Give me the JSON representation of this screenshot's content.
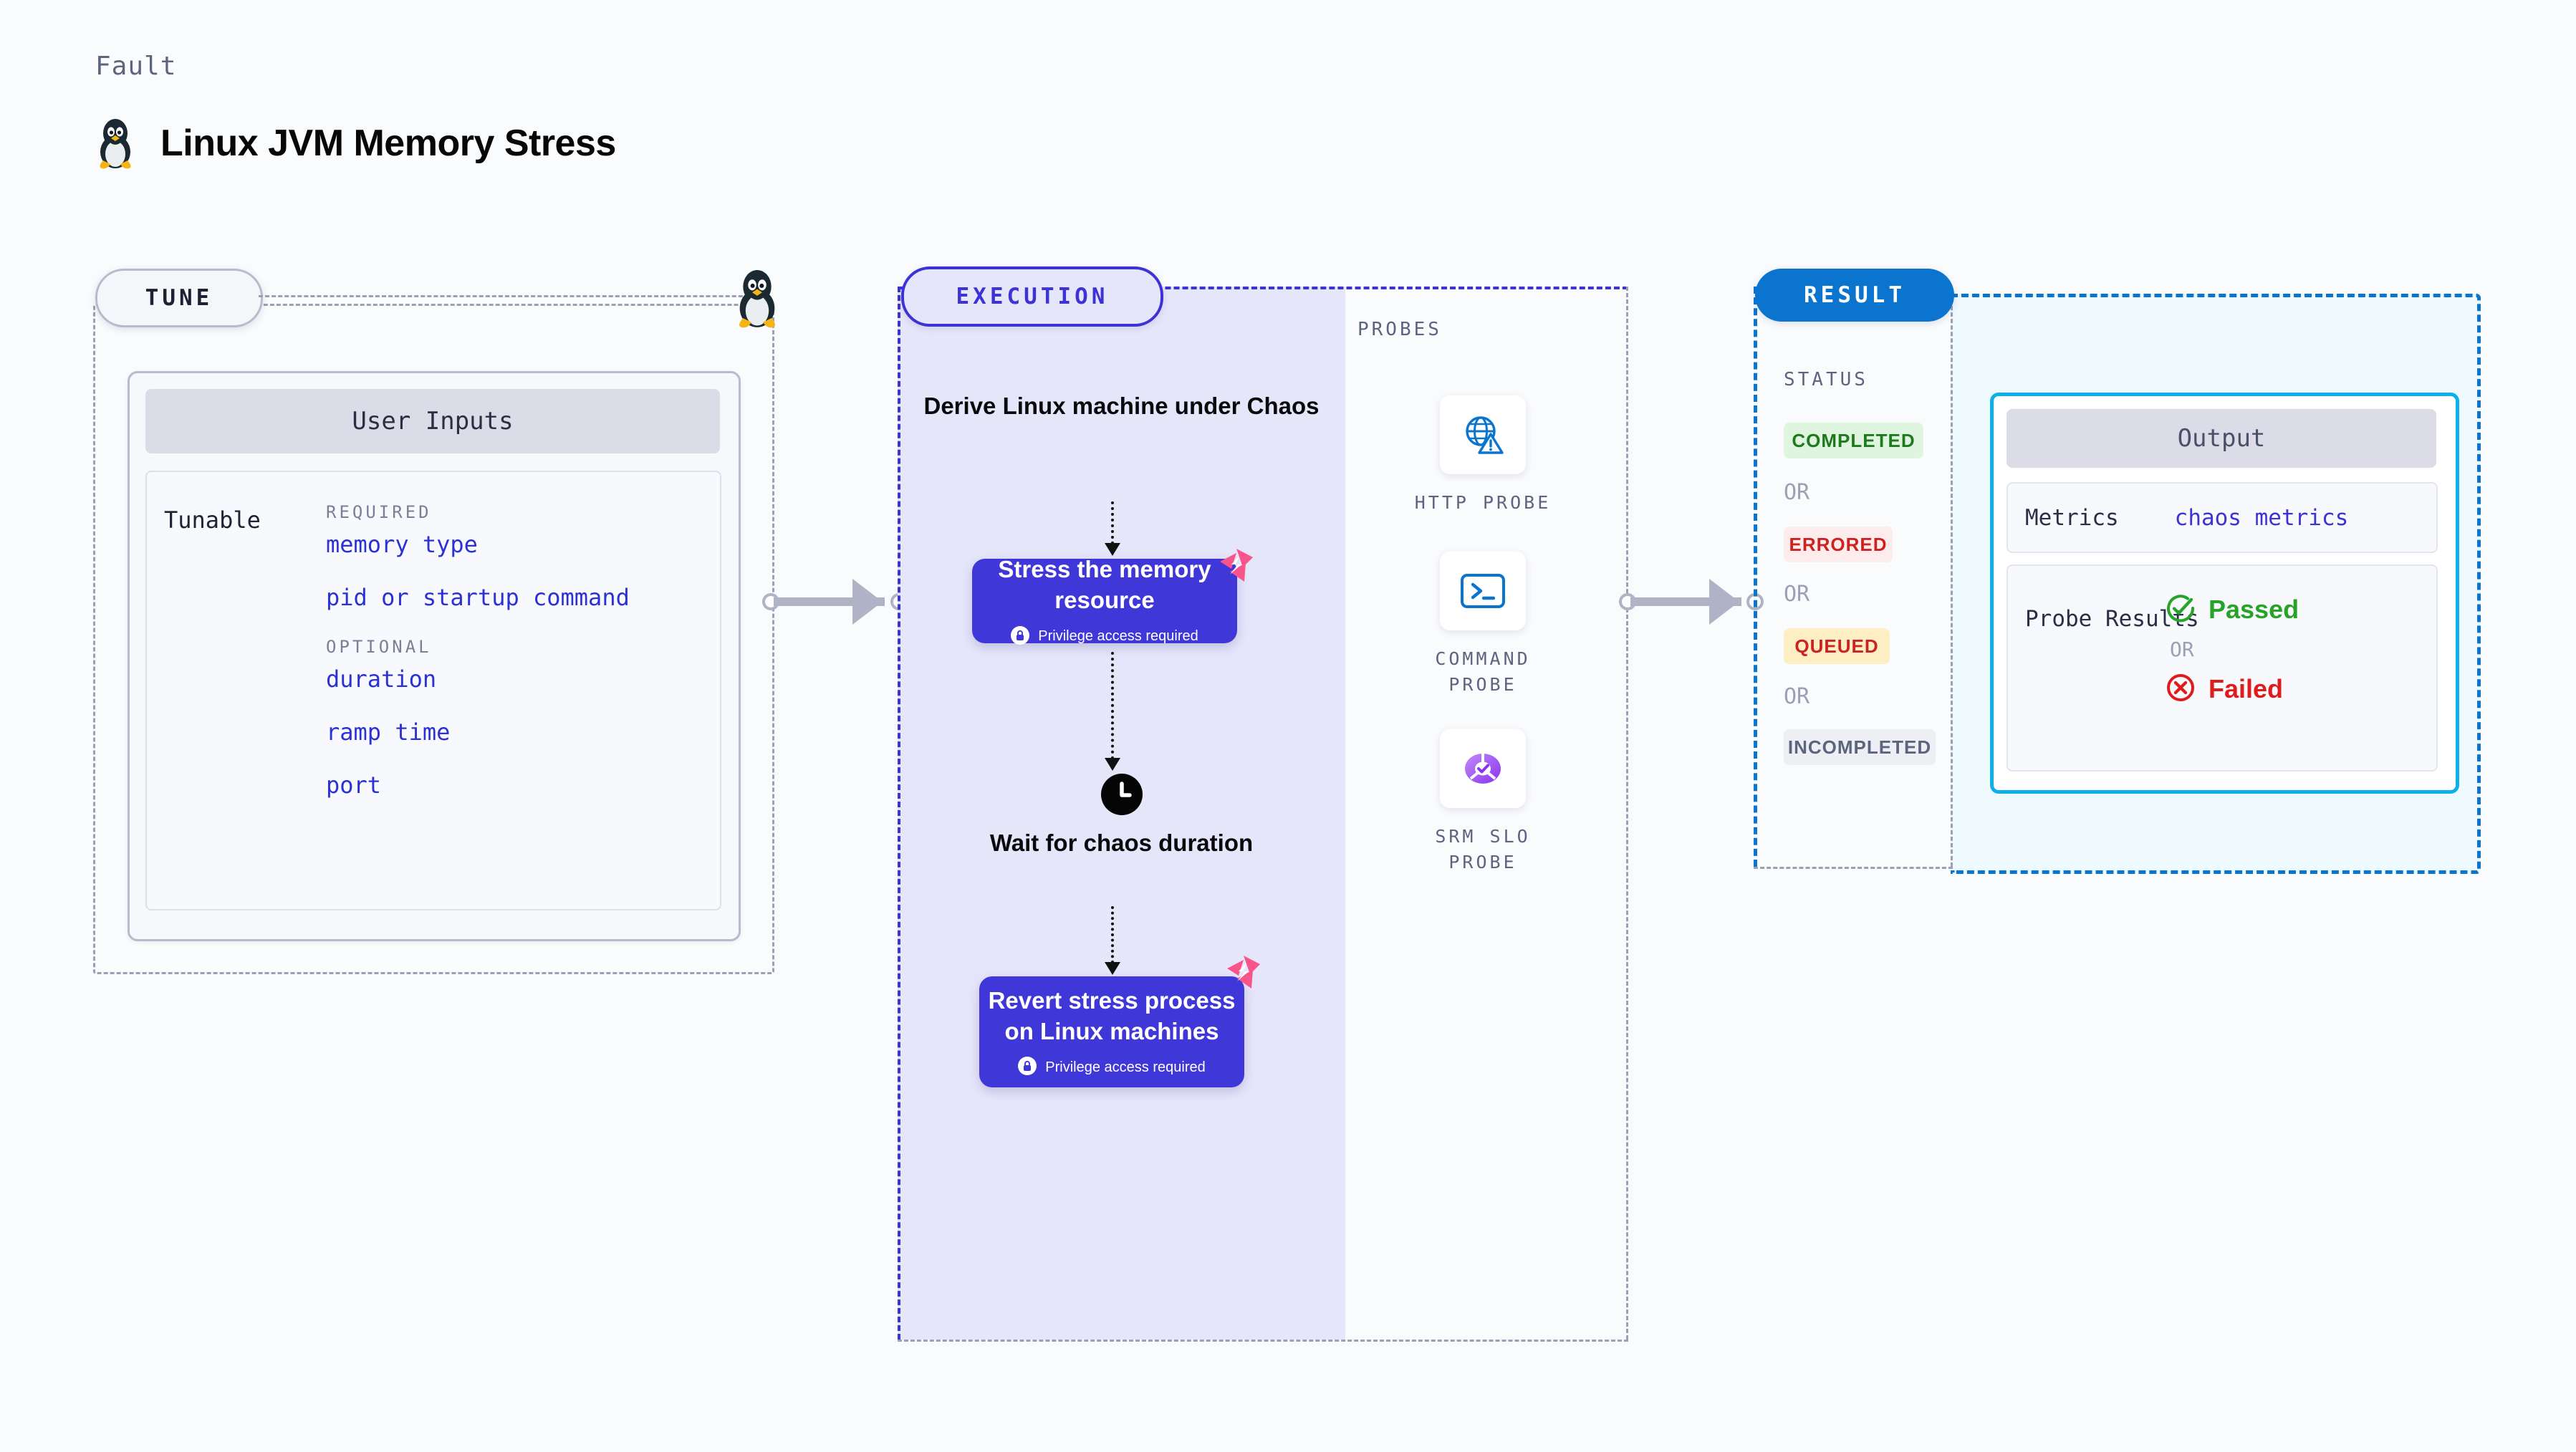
{
  "header": {
    "eyebrow": "Fault",
    "title": "Linux JVM Memory Stress",
    "icon": "linux-penguin-icon"
  },
  "tune": {
    "pill_label": "TUNE",
    "card_title": "User Inputs",
    "tunable_label": "Tunable",
    "groups": [
      {
        "heading": "REQUIRED",
        "items": [
          "memory type",
          "pid or startup command"
        ]
      },
      {
        "heading": "OPTIONAL",
        "items": [
          "duration",
          "ramp time",
          "port"
        ]
      }
    ]
  },
  "execution": {
    "pill_label": "EXECUTION",
    "derive_step": "Derive Linux machine under Chaos",
    "stress_step": {
      "title": "Stress the memory resource",
      "privilege_note": "Privilege access required"
    },
    "wait_step": "Wait for chaos duration",
    "revert_step": {
      "title": "Revert stress process on Linux machines",
      "privilege_note": "Privilege access required"
    }
  },
  "probes": {
    "section_label": "PROBES",
    "items": [
      {
        "label": "HTTP PROBE",
        "icon": "globe-warning-icon"
      },
      {
        "label": "COMMAND PROBE",
        "icon": "terminal-icon"
      },
      {
        "label": "SRM SLO PROBE",
        "icon": "slo-donut-check-icon"
      }
    ]
  },
  "result": {
    "pill_label": "RESULT",
    "status_label": "STATUS",
    "or_label": "OR",
    "statuses": [
      {
        "label": "COMPLETED",
        "color": "#1d7a1d",
        "bg": "#e0f5e0"
      },
      {
        "label": "ERRORED",
        "color": "#cc2222",
        "bg": "#fdecec"
      },
      {
        "label": "QUEUED",
        "color": "#cc2222",
        "bg": "#fdeec4"
      },
      {
        "label": "INCOMPLETED",
        "color": "#5c6480",
        "bg": "#eeeff4"
      }
    ],
    "output": {
      "title": "Output",
      "metrics_label": "Metrics",
      "metrics_value": "chaos metrics",
      "probe_results_label": "Probe Results",
      "passed_label": "Passed",
      "failed_label": "Failed",
      "or_label": "OR"
    }
  },
  "colors": {
    "indigo": "#3c32d5",
    "card_indigo": "#4037d9",
    "blue": "#0b74cf",
    "cyan": "#0cb0ea",
    "pink": "#f9558c",
    "gray_dash": "#9aa1b5"
  }
}
